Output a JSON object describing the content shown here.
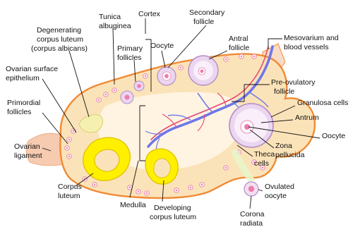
{
  "colors": {
    "background": "#ffffff",
    "ovary_fill": "#fbe3b9",
    "ovary_outline": "#f08a36",
    "medulla_fill": "#fff4e2",
    "follicle_ring": "#ead6ef",
    "follicle_border": "#b38bc6",
    "antrum": "#f9eef9",
    "oocyte_core": "#f07bb0",
    "corpus_luteum": "#fff000",
    "corpus_luteum_outline": "#e0c400",
    "corpus_albicans": "#f5f0b0",
    "ligament": "#f6cbb0",
    "vessel_blue": "#6f77e8",
    "vessel_red": "#e7486f",
    "leader_line": "#111111"
  },
  "labels": {
    "tunica": [
      "Tunica",
      "albuginea"
    ],
    "cortex": "Cortex",
    "secondary": [
      "Secondary",
      "follicle"
    ],
    "mesovarium": [
      "Mesovarium and",
      "blood vessels"
    ],
    "degenerating": [
      "Degenerating",
      "corpus luteum",
      "(corpus albicans)"
    ],
    "oocyte_top": "Oocyte",
    "antral": [
      "Antral",
      "follicle"
    ],
    "primary": [
      "Primary",
      "follicles"
    ],
    "surface": [
      "Ovarian surface",
      "epithelium"
    ],
    "preovulatory": [
      "Pre-ovulatory",
      "follicle"
    ],
    "primordial": [
      "Primordial",
      "follicles"
    ],
    "granulosa": "Granulosa cells",
    "antrum": "Antrum",
    "oocyte_right": "Oocyte",
    "ligament": [
      "Ovarian",
      "ligament"
    ],
    "zona": [
      "Zona",
      "pellucida"
    ],
    "theca": [
      "Theca",
      "cells"
    ],
    "ovulated": [
      "Ovulated",
      "oocyte"
    ],
    "corpus_luteum": [
      "Corpus",
      "luteum"
    ],
    "medulla": "Medulla",
    "developing": [
      "Developing",
      "corpus luteum"
    ],
    "corona": [
      "Corona",
      "radiata"
    ]
  }
}
